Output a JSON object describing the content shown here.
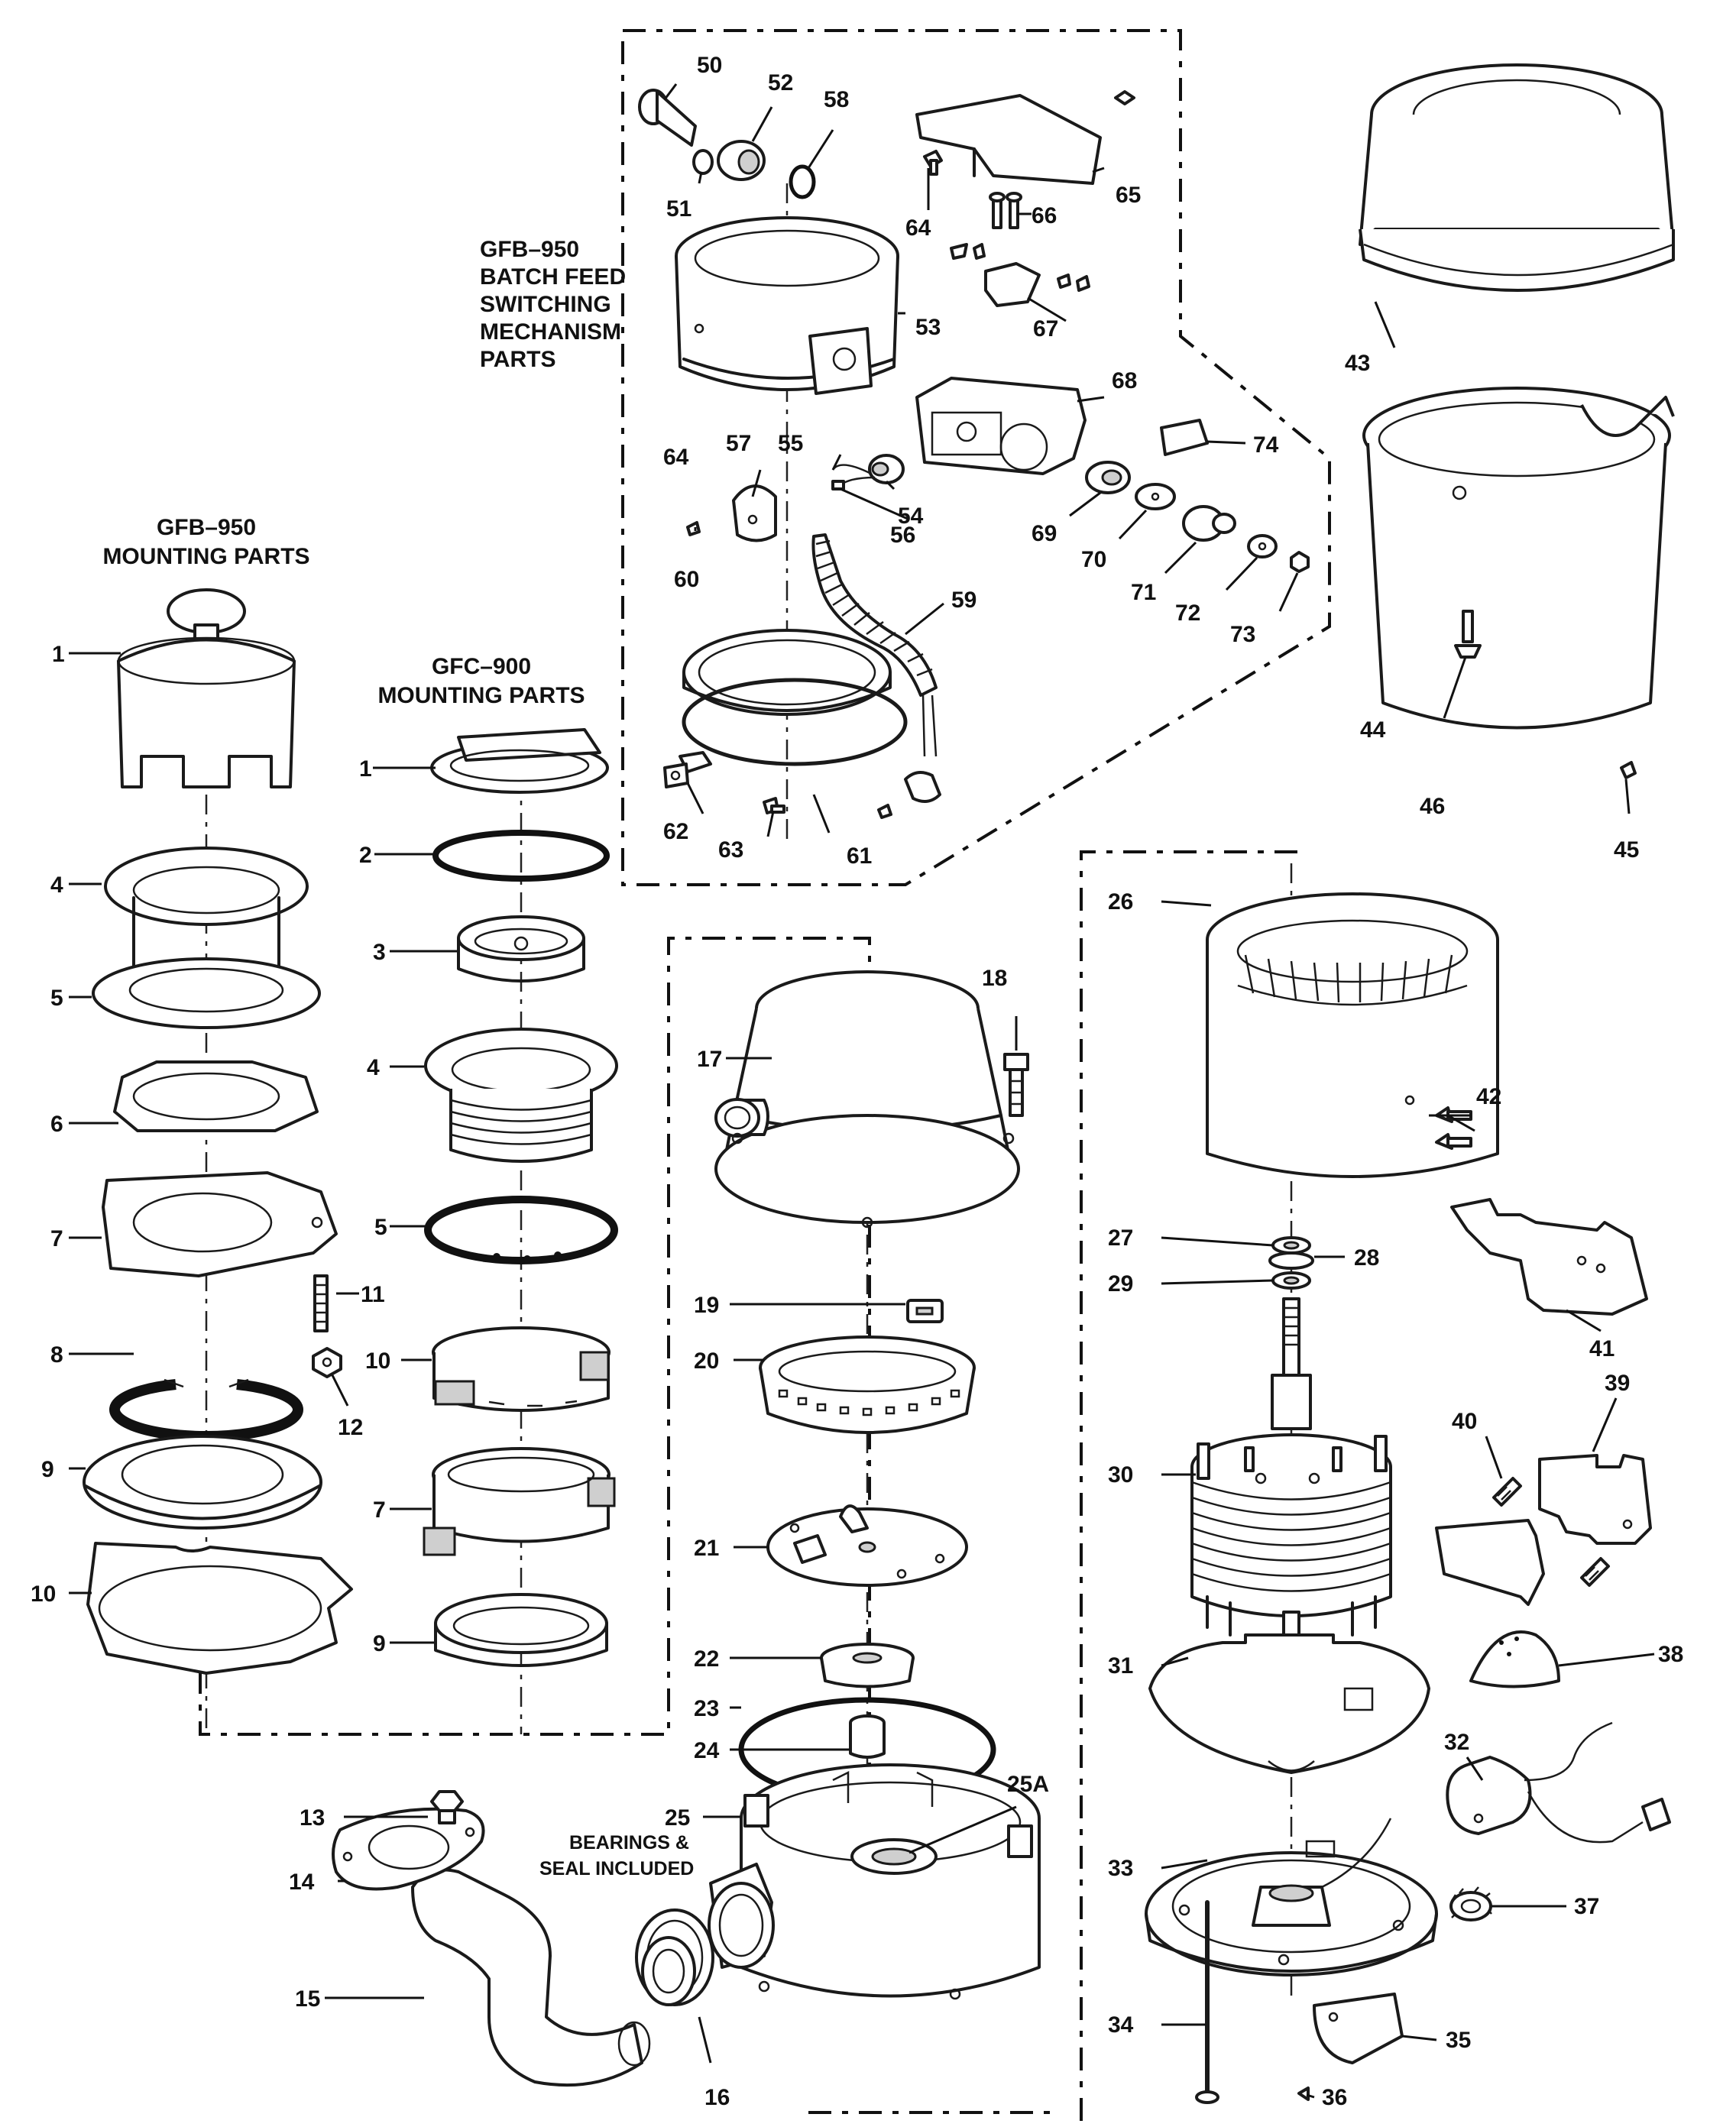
{
  "groups": {
    "gfb950_batch_feed": [
      "GFB–950",
      "BATCH FEED",
      "SWITCHING",
      "MECHANISM",
      "PARTS"
    ],
    "gfb950_mounting": [
      "GFB–950",
      "MOUNTING PARTS"
    ],
    "gfc900_mounting": [
      "GFC–900",
      "MOUNTING PARTS"
    ]
  },
  "notes": {
    "bearings_line1": "BEARINGS &",
    "bearings_line2": "SEAL INCLUDED"
  },
  "callouts": {
    "gfb950_mount": [
      "1",
      "4",
      "5",
      "6",
      "7",
      "8",
      "9",
      "10",
      "11",
      "12"
    ],
    "gfc900_mount": [
      "1",
      "2",
      "3",
      "4",
      "5",
      "10",
      "7",
      "9"
    ],
    "housing": [
      "13",
      "14",
      "15",
      "16",
      "17",
      "18",
      "19",
      "20",
      "21",
      "22",
      "23",
      "24",
      "25",
      "25A"
    ],
    "motor": [
      "26",
      "27",
      "28",
      "29",
      "30",
      "31",
      "32",
      "33",
      "34",
      "35",
      "36",
      "37",
      "38",
      "39",
      "40",
      "41",
      "42"
    ],
    "cover": [
      "43",
      "44",
      "45",
      "46"
    ],
    "switching": [
      "50",
      "51",
      "52",
      "53",
      "54",
      "55",
      "56",
      "57",
      "58",
      "59",
      "60",
      "61",
      "62",
      "63",
      "64",
      "64",
      "65",
      "66",
      "67",
      "68",
      "69",
      "70",
      "71",
      "72",
      "73",
      "74"
    ]
  }
}
